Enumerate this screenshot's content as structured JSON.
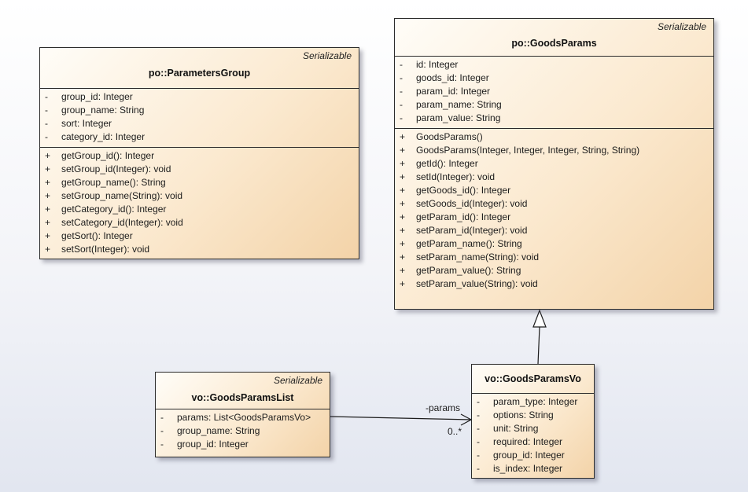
{
  "classes": {
    "parameters_group": {
      "stereotype": "Serializable",
      "name": "po::ParametersGroup",
      "attributes": [
        {
          "vis": "-",
          "text": "group_id: Integer"
        },
        {
          "vis": "-",
          "text": "group_name: String"
        },
        {
          "vis": "-",
          "text": "sort: Integer"
        },
        {
          "vis": "-",
          "text": "category_id: Integer"
        }
      ],
      "operations": [
        {
          "vis": "+",
          "text": "getGroup_id(): Integer"
        },
        {
          "vis": "+",
          "text": "setGroup_id(Integer): void"
        },
        {
          "vis": "+",
          "text": "getGroup_name(): String"
        },
        {
          "vis": "+",
          "text": "setGroup_name(String): void"
        },
        {
          "vis": "+",
          "text": "getCategory_id(): Integer"
        },
        {
          "vis": "+",
          "text": "setCategory_id(Integer): void"
        },
        {
          "vis": "+",
          "text": "getSort(): Integer"
        },
        {
          "vis": "+",
          "text": "setSort(Integer): void"
        }
      ]
    },
    "goods_params": {
      "stereotype": "Serializable",
      "name": "po::GoodsParams",
      "attributes": [
        {
          "vis": "-",
          "text": "id: Integer"
        },
        {
          "vis": "-",
          "text": "goods_id: Integer"
        },
        {
          "vis": "-",
          "text": "param_id: Integer"
        },
        {
          "vis": "-",
          "text": "param_name: String"
        },
        {
          "vis": "-",
          "text": "param_value: String"
        }
      ],
      "operations": [
        {
          "vis": "+",
          "text": "GoodsParams()"
        },
        {
          "vis": "+",
          "text": "GoodsParams(Integer, Integer, Integer, String, String)"
        },
        {
          "vis": "+",
          "text": "getId(): Integer"
        },
        {
          "vis": "+",
          "text": "setId(Integer): void"
        },
        {
          "vis": "+",
          "text": "getGoods_id(): Integer"
        },
        {
          "vis": "+",
          "text": "setGoods_id(Integer): void"
        },
        {
          "vis": "+",
          "text": "getParam_id(): Integer"
        },
        {
          "vis": "+",
          "text": "setParam_id(Integer): void"
        },
        {
          "vis": "+",
          "text": "getParam_name(): String"
        },
        {
          "vis": "+",
          "text": "setParam_name(String): void"
        },
        {
          "vis": "+",
          "text": "getParam_value(): String"
        },
        {
          "vis": "+",
          "text": "setParam_value(String): void"
        }
      ]
    },
    "goods_params_list": {
      "stereotype": "Serializable",
      "name": "vo::GoodsParamsList",
      "attributes": [
        {
          "vis": "-",
          "text": "params: List<GoodsParamsVo>"
        },
        {
          "vis": "-",
          "text": "group_name: String"
        },
        {
          "vis": "-",
          "text": "group_id: Integer"
        }
      ]
    },
    "goods_params_vo": {
      "name": "vo::GoodsParamsVo",
      "attributes": [
        {
          "vis": "-",
          "text": "param_type: Integer"
        },
        {
          "vis": "-",
          "text": "options: String"
        },
        {
          "vis": "-",
          "text": "unit: String"
        },
        {
          "vis": "-",
          "text": "required: Integer"
        },
        {
          "vis": "-",
          "text": "group_id: Integer"
        },
        {
          "vis": "-",
          "text": "is_index: Integer"
        }
      ]
    }
  },
  "relations": {
    "association": {
      "role": "-params",
      "multiplicity": "0..*"
    }
  },
  "colors": {
    "border": "#2b2b2b",
    "fill_light": "#fffdf8",
    "fill_dark": "#f3d3a8",
    "background": "#eef0f6"
  }
}
